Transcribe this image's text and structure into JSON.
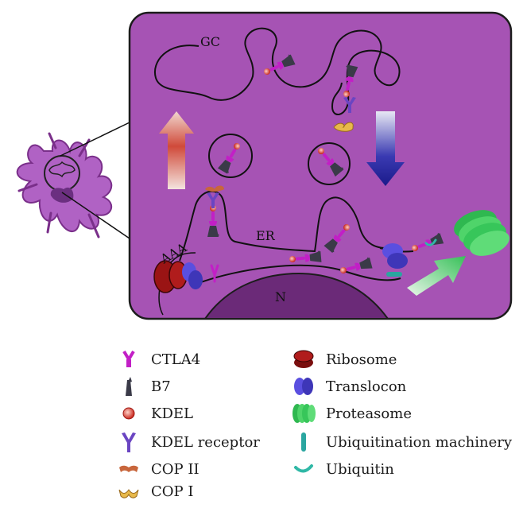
{
  "diagram": {
    "labels": {
      "gc": "GC",
      "er": "ER",
      "nucleus": "N",
      "mrna_tail": "AAA"
    },
    "colors": {
      "cell_fill": "#a653b4",
      "nucleus_fill": "#6b2a78",
      "ribosome": "#b01c1c",
      "translocon": "#5a4fe0",
      "proteasome": "#37c65a",
      "ctla4": "#c21fc6",
      "b7": "#3a3a48",
      "kdel": "#e24a3c",
      "kdel_receptor": "#6a45c2",
      "cop2": "#c8663c",
      "cop1": "#e8b94a",
      "ubiquitination_machinery": "#2aa6a0",
      "ubiquitin": "#2fb8a6"
    }
  },
  "legend": [
    {
      "icon": "ctla4-icon",
      "label": "CTLA4"
    },
    {
      "icon": "b7-icon",
      "label": "B7"
    },
    {
      "icon": "kdel-icon",
      "label": "KDEL"
    },
    {
      "icon": "kdel-receptor-icon",
      "label": "KDEL receptor"
    },
    {
      "icon": "cop-ii-icon",
      "label": "COP II"
    },
    {
      "icon": "cop-i-icon",
      "label": "COP I"
    },
    {
      "icon": "ribosome-icon",
      "label": "Ribosome"
    },
    {
      "icon": "translocon-icon",
      "label": "Translocon"
    },
    {
      "icon": "proteasome-icon",
      "label": "Proteasome"
    },
    {
      "icon": "ubiquitination-machinery-icon",
      "label": "Ubiquitination machinery"
    },
    {
      "icon": "ubiquitin-icon",
      "label": "Ubiquitin"
    }
  ]
}
